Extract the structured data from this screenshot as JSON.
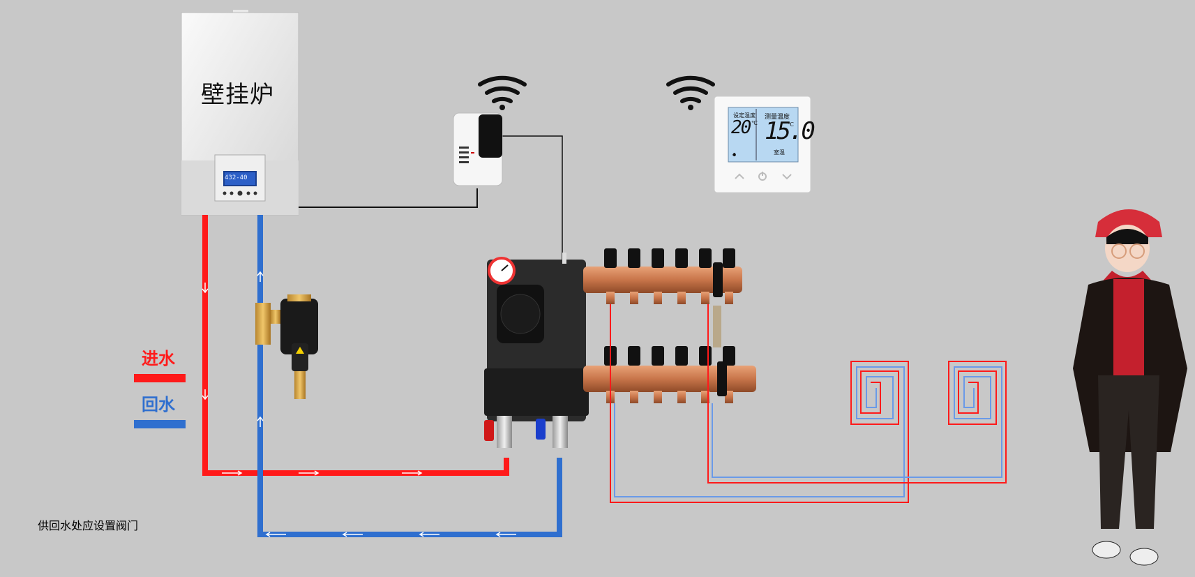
{
  "boiler": {
    "title": "壁挂炉",
    "display_text": "432-40"
  },
  "legend": {
    "supply_label": "进水",
    "return_label": "回水",
    "supply_color": "#ff1a1a",
    "return_color": "#2f6fcf"
  },
  "note": "供回水处应设置阀门",
  "thermostat": {
    "set_label": "设定温度",
    "set_value": "20",
    "measured_label": "测量温度",
    "measured_value": "15.0",
    "unit": "℃",
    "room_label": "室温"
  },
  "icons": [
    "wifi-icon",
    "wifi-icon",
    "up-arrow-icon",
    "power-icon",
    "down-arrow-icon",
    "flame-icon"
  ]
}
